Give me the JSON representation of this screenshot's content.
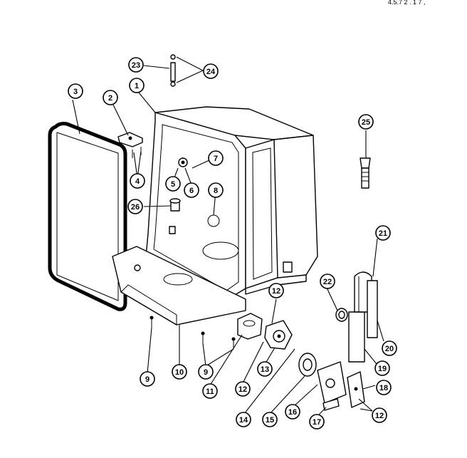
{
  "header_fragment": "4.5.7  2  . 1   7  ,",
  "callouts": [
    {
      "id": "c1",
      "label": "1"
    },
    {
      "id": "c2",
      "label": "2"
    },
    {
      "id": "c3",
      "label": "3"
    },
    {
      "id": "c4",
      "label": "4"
    },
    {
      "id": "c5",
      "label": "5"
    },
    {
      "id": "c6",
      "label": "6"
    },
    {
      "id": "c7",
      "label": "7"
    },
    {
      "id": "c8",
      "label": "8"
    },
    {
      "id": "c9a",
      "label": "9"
    },
    {
      "id": "c9b",
      "label": "9"
    },
    {
      "id": "c10",
      "label": "10"
    },
    {
      "id": "c11",
      "label": "11"
    },
    {
      "id": "c12a",
      "label": "12"
    },
    {
      "id": "c12b",
      "label": "12"
    },
    {
      "id": "c12c",
      "label": "12"
    },
    {
      "id": "c13",
      "label": "13"
    },
    {
      "id": "c14",
      "label": "14"
    },
    {
      "id": "c15",
      "label": "15"
    },
    {
      "id": "c16a",
      "label": "16"
    },
    {
      "id": "c16b",
      "label": "18"
    },
    {
      "id": "c17",
      "label": "17"
    },
    {
      "id": "c19",
      "label": "19"
    },
    {
      "id": "c20",
      "label": "20"
    },
    {
      "id": "c21",
      "label": "21"
    },
    {
      "id": "c22",
      "label": "22"
    },
    {
      "id": "c23",
      "label": "23"
    },
    {
      "id": "c24",
      "label": "24"
    },
    {
      "id": "c25",
      "label": "25"
    },
    {
      "id": "c26",
      "label": "26"
    }
  ]
}
